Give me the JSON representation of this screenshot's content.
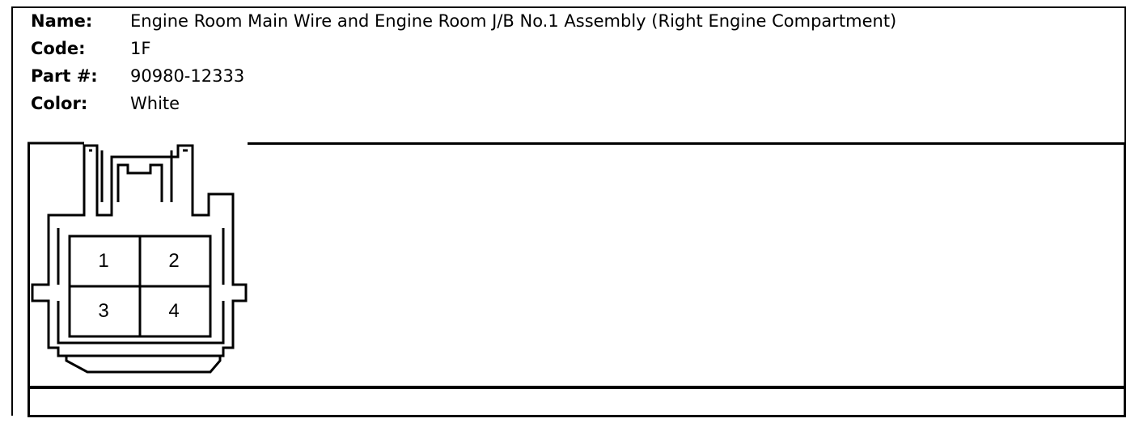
{
  "info": {
    "name_label": "Name:",
    "name_value": "Engine Room Main Wire and Engine Room J/B No.1 Assembly (Right Engine Compartment)",
    "code_label": "Code:",
    "code_value": "1F",
    "part_label": "Part #:",
    "part_value": "90980-12333",
    "color_label": "Color:",
    "color_value": "White"
  },
  "connector": {
    "pins": [
      "1",
      "2",
      "3",
      "4"
    ]
  }
}
